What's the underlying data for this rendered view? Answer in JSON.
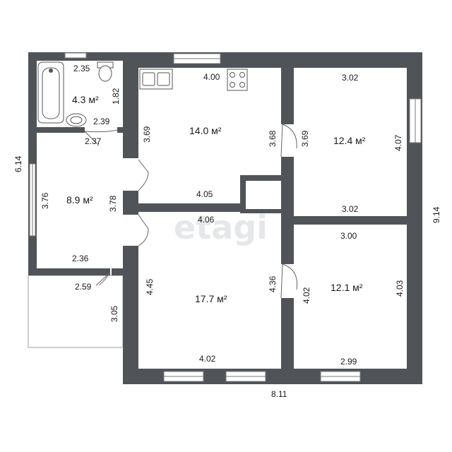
{
  "watermark": "etagi",
  "overall": {
    "width": "8.11",
    "height": "9.14",
    "left_height": "6.14"
  },
  "rooms": {
    "bathroom": {
      "area": "4.3 м²",
      "dims": [
        "2.35",
        "1.82",
        "2.39",
        "2.37"
      ]
    },
    "kitchen": {
      "area": "14.0 м²",
      "dims": [
        "4.00",
        "3.69",
        "3.68",
        "4.05"
      ]
    },
    "bedroom_top_right": {
      "area": "12.4 м²",
      "dims": [
        "3.02",
        "3.69",
        "4.07",
        "3.02"
      ]
    },
    "hallway": {
      "area": "8.9 м²",
      "dims": [
        "3.76",
        "3.78",
        "2.36",
        "2.59"
      ]
    },
    "living": {
      "area": "17.7 м²",
      "dims": [
        "4.06",
        "4.45",
        "4.36",
        "4.02"
      ]
    },
    "bedroom_bottom_right": {
      "area": "12.1 м²",
      "dims": [
        "3.00",
        "4.02",
        "4.03",
        "2.99"
      ]
    },
    "porch": {
      "dims": [
        "3.05"
      ]
    }
  }
}
